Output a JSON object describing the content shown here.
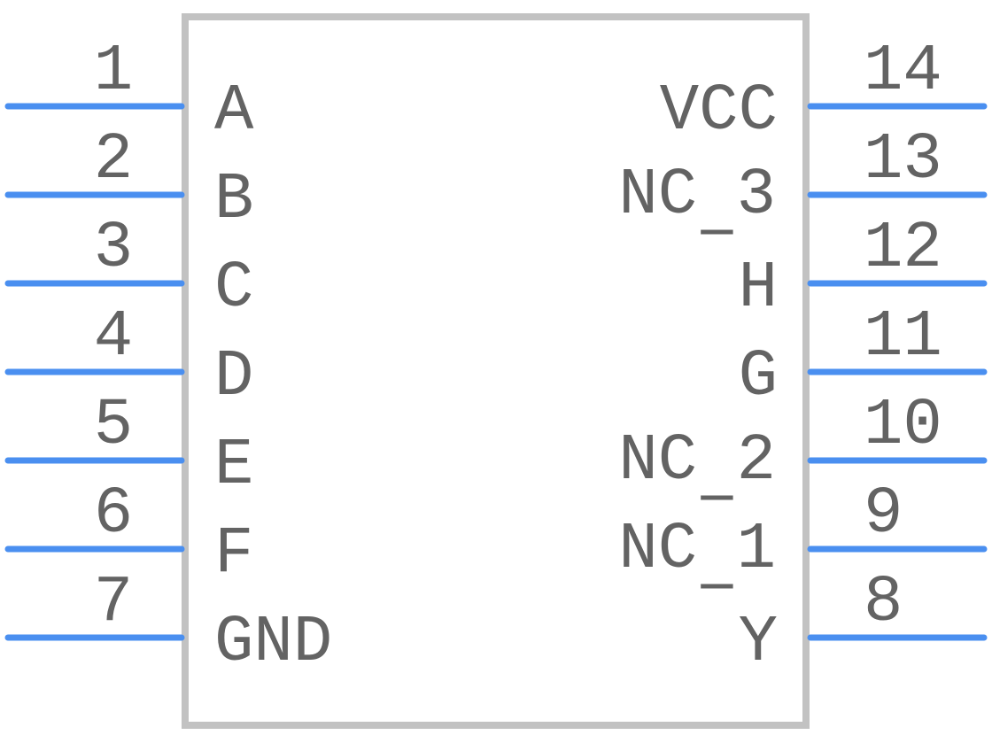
{
  "colors": {
    "body_outline": "#c2c2c2",
    "pin_line": "#4a8ff0",
    "text": "#636363",
    "background": "#ffffff"
  },
  "left_pins": [
    {
      "number": "1",
      "label": "A"
    },
    {
      "number": "2",
      "label": "B"
    },
    {
      "number": "3",
      "label": "C"
    },
    {
      "number": "4",
      "label": "D"
    },
    {
      "number": "5",
      "label": "E"
    },
    {
      "number": "6",
      "label": "F"
    },
    {
      "number": "7",
      "label": "GND"
    }
  ],
  "right_pins": [
    {
      "number": "14",
      "label": "VCC"
    },
    {
      "number": "13",
      "label": "NC_3"
    },
    {
      "number": "12",
      "label": "H"
    },
    {
      "number": "11",
      "label": "G"
    },
    {
      "number": "10",
      "label": "NC_2"
    },
    {
      "number": "9",
      "label": "NC_1"
    },
    {
      "number": "8",
      "label": "Y"
    }
  ]
}
